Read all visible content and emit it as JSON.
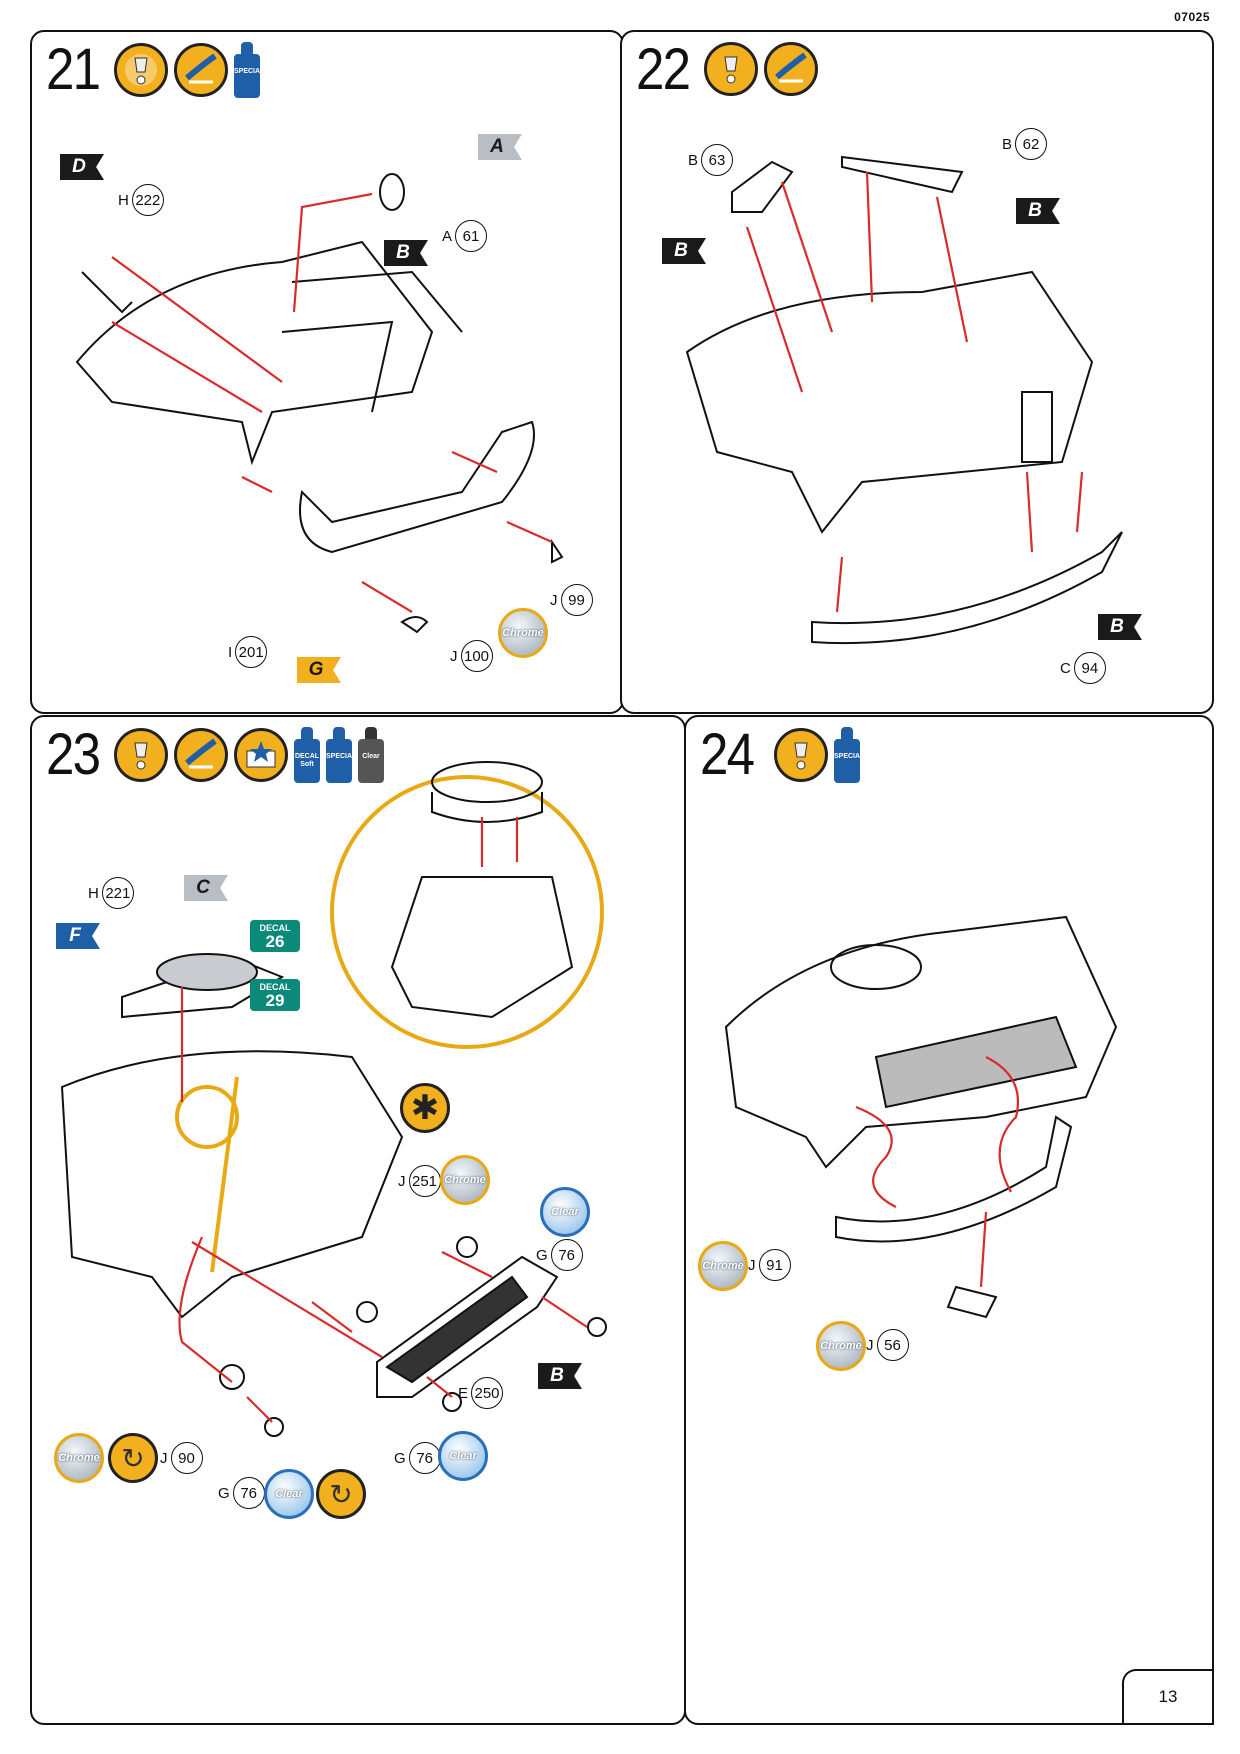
{
  "page": {
    "code": "07025",
    "number": "13"
  },
  "steps": [
    {
      "id": "21",
      "bottles": [
        {
          "name": "contacta-professional-special",
          "label": "SPECIAL",
          "color": "#1f5fa8"
        }
      ],
      "parts": [
        {
          "letter": "H",
          "num": "222"
        },
        {
          "letter": "A",
          "num": "61"
        },
        {
          "letter": "J",
          "num": "99"
        },
        {
          "letter": "J",
          "num": "100"
        },
        {
          "letter": "I",
          "num": "201"
        }
      ],
      "flags": [
        "D",
        "A",
        "B",
        "G"
      ],
      "badges": [
        "Chrome"
      ]
    },
    {
      "id": "22",
      "parts": [
        {
          "letter": "B",
          "num": "63"
        },
        {
          "letter": "B",
          "num": "62"
        },
        {
          "letter": "C",
          "num": "94"
        }
      ],
      "flags": [
        "B",
        "B",
        "B"
      ]
    },
    {
      "id": "23",
      "bottles": [
        {
          "name": "decal-soft",
          "label": "DECAL Soft",
          "color": "#1f5fa8"
        },
        {
          "name": "contacta-professional-special",
          "label": "SPECIAL",
          "color": "#1f5fa8"
        },
        {
          "name": "contacta-clear",
          "label": "Clear",
          "color": "#333333"
        }
      ],
      "parts": [
        {
          "letter": "H",
          "num": "221"
        },
        {
          "letter": "J",
          "num": "251"
        },
        {
          "letter": "G",
          "num": "76"
        },
        {
          "letter": "E",
          "num": "250"
        },
        {
          "letter": "J",
          "num": "90"
        },
        {
          "letter": "G",
          "num": "76"
        },
        {
          "letter": "G",
          "num": "76"
        }
      ],
      "flags": [
        "C",
        "F",
        "B"
      ],
      "decals": [
        {
          "label": "DECAL",
          "num": "26"
        },
        {
          "label": "DECAL",
          "num": "29"
        }
      ],
      "badges": [
        "Chrome",
        "Clear",
        "Chrome",
        "Clear",
        "Clear"
      ]
    },
    {
      "id": "24",
      "bottles": [
        {
          "name": "contacta-professional-special",
          "label": "SPECIAL",
          "color": "#1f5fa8"
        }
      ],
      "parts": [
        {
          "letter": "J",
          "num": "91"
        },
        {
          "letter": "J",
          "num": "56"
        }
      ],
      "badges": [
        "Chrome",
        "Chrome"
      ]
    }
  ]
}
